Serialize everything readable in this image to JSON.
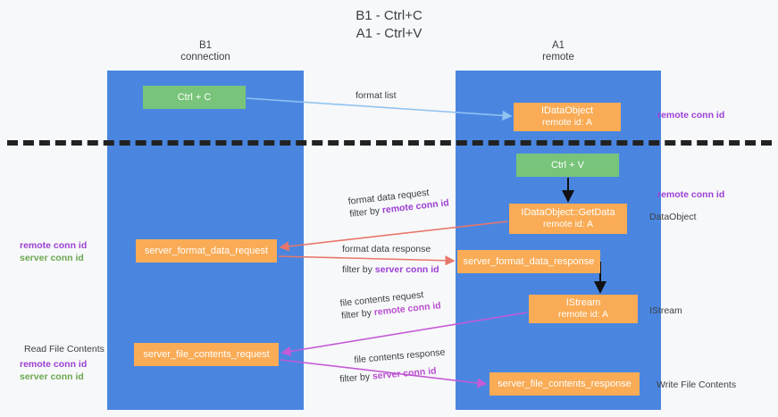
{
  "title": {
    "line1": "B1 - Ctrl+C",
    "line2": "A1 - Ctrl+V"
  },
  "lanes": [
    {
      "id": "b1",
      "name": "B1",
      "role": "connection",
      "color": "#4a86e0"
    },
    {
      "id": "a1",
      "name": "A1",
      "role": "remote",
      "color": "#4a86e0"
    }
  ],
  "nodes": {
    "ctrl_c": {
      "label": "Ctrl + C",
      "sub": "",
      "color": "#78c47a"
    },
    "data_object": {
      "label": "IDataObject",
      "sub": "remote id: A",
      "color": "#f9ab55"
    },
    "ctrl_v": {
      "label": "Ctrl + V",
      "sub": "",
      "color": "#78c47a"
    },
    "get_data": {
      "label": "IDataObject::GetData",
      "sub": "remote id: A",
      "color": "#f9ab55"
    },
    "format_req": {
      "label": "server_format_data_request",
      "sub": "",
      "color": "#f9ab55"
    },
    "format_resp": {
      "label": "server_format_data_response",
      "sub": "",
      "color": "#f9ab55"
    },
    "istream": {
      "label": "IStream",
      "sub": "remote id: A",
      "color": "#f9ab55"
    },
    "file_req": {
      "label": "server_file_contents_request",
      "sub": "",
      "color": "#f9ab55"
    },
    "file_resp": {
      "label": "server_file_contents_response",
      "sub": "",
      "color": "#f9ab55"
    }
  },
  "edge_labels": {
    "format_list": {
      "line1": "format list",
      "filter_prefix": "",
      "filter_key": ""
    },
    "format_data_req": {
      "line1": "format data request",
      "filter_prefix": "filter by ",
      "filter_key": "remote conn id"
    },
    "format_data_resp": {
      "line1": "format data response",
      "filter_prefix": "filter by ",
      "filter_key": "server conn id"
    },
    "file_contents_req": {
      "line1": "file contents request",
      "filter_prefix": "filter by ",
      "filter_key": "remote conn id"
    },
    "file_contents_resp": {
      "line1": "file contents response",
      "filter_prefix": "filter by ",
      "filter_key": "server conn id"
    }
  },
  "annotations": {
    "right_remote_conn_id_top": "remote conn id",
    "right_remote_conn_id_mid": "remote conn id",
    "right_dataobject": "DataObject",
    "right_istream": "IStream",
    "right_write_file_contents": "Write File Contents",
    "left_remote_conn_id": "remote conn id",
    "left_server_conn_id": "server conn id",
    "left_read_file_contents": "Read File Contents",
    "left_remote_conn_id_2": "remote conn id",
    "left_server_conn_id_2": "server conn id"
  },
  "colors": {
    "lane": "#4a86e0",
    "node_orange": "#f9ab55",
    "node_green": "#78c47a",
    "accent_purple": "#9c3fd4",
    "accent_green": "#6aa84f",
    "arrow_blue": "#8fc3f0",
    "arrow_red": "#e8766a",
    "arrow_magenta": "#c45ad6",
    "arrow_black": "#222222",
    "background": "#f7f8f9"
  }
}
